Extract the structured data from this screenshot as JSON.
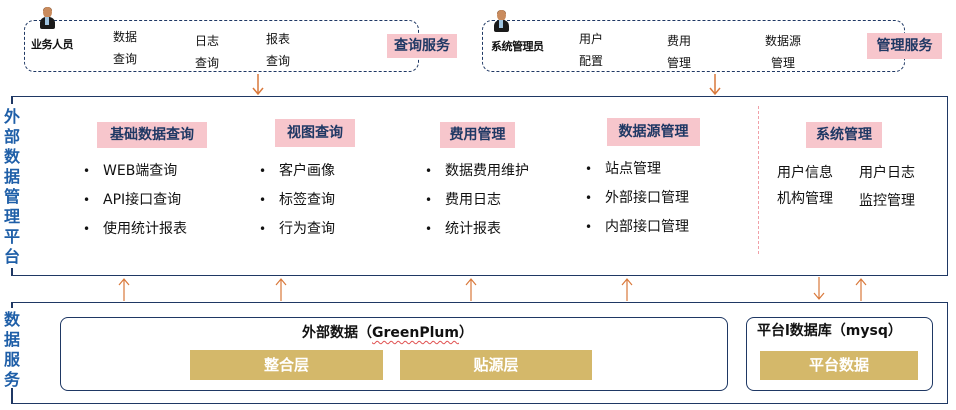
{
  "query_service": {
    "role": "业务人员",
    "items": [
      {
        "line1": "数据",
        "line2": "查询"
      },
      {
        "line1": "日志",
        "line2": "查询"
      },
      {
        "line1": "报表",
        "line2": "查询"
      }
    ],
    "tag": "查询服务"
  },
  "manage_service": {
    "role": "系统管理员",
    "items": [
      {
        "line1": "用户",
        "line2": "配置"
      },
      {
        "line1": "费用",
        "line2": "管理"
      },
      {
        "line1": "数据源",
        "line2": "管理"
      }
    ],
    "tag": "管理服务"
  },
  "platform": {
    "label": "外部数据管理平台",
    "modules": [
      {
        "title": "基础数据查询",
        "items": [
          "WEB端查询",
          "API接口查询",
          "使用统计报表"
        ]
      },
      {
        "title": "视图查询",
        "items": [
          "客户画像",
          "标签查询",
          "行为查询"
        ]
      },
      {
        "title": "费用管理",
        "items": [
          "数据费用维护",
          "费用日志",
          "统计报表"
        ]
      },
      {
        "title": "数据源管理",
        "items": [
          "站点管理",
          "外部接口管理",
          "内部接口管理"
        ]
      }
    ],
    "system": {
      "title": "系统管理",
      "items": [
        "用户信息",
        "用户日志",
        "机构管理",
        "监控管理"
      ]
    }
  },
  "data_service": {
    "label": "数据服务",
    "external": {
      "title_prefix": "外部数据（",
      "title_name": "GreenPlum",
      "title_suffix": "）",
      "layers": [
        "整合层",
        "贴源层"
      ]
    },
    "platform_db": {
      "title": "平台l数据库（mysq）",
      "layers": [
        "平台数据"
      ]
    }
  },
  "colors": {
    "border": "#1f3864",
    "label_blue": "#1f5fa8",
    "tag_pink": "#f7c6cc",
    "arrow_orange": "#d9783a",
    "gold": "#d4b86a"
  }
}
